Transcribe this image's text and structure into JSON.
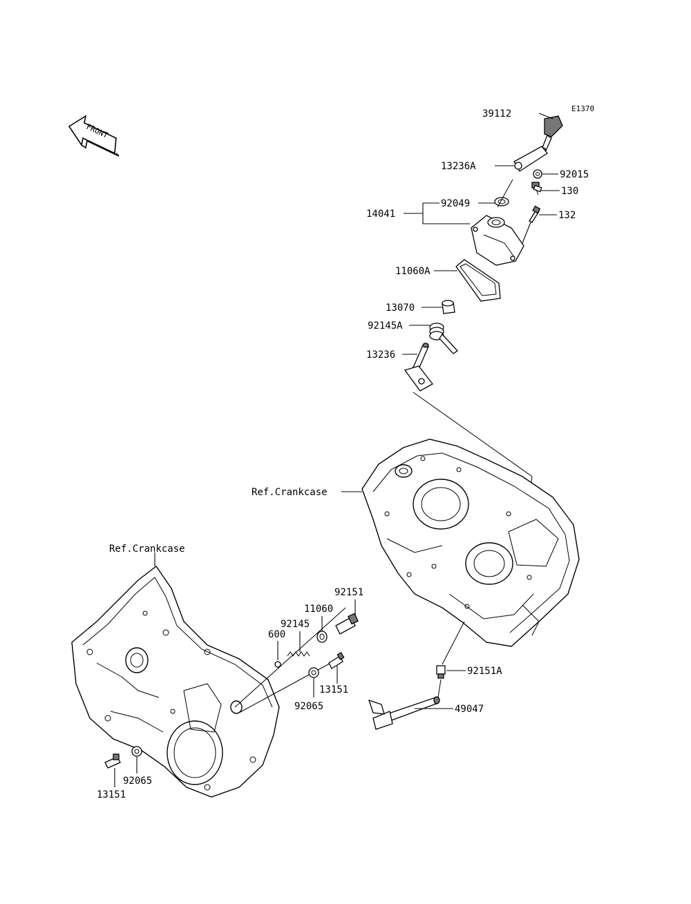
{
  "diagram_code": "E1370",
  "front_label": "FRONT",
  "ref_labels": {
    "crankcase_upper": "Ref.Crankcase",
    "crankcase_lower": "Ref.Crankcase"
  },
  "part_labels": {
    "p39112": "39112",
    "p13236A": "13236A",
    "p92015": "92015",
    "p130": "130",
    "p14041": "14041",
    "p92049": "92049",
    "p132": "132",
    "p11060A": "11060A",
    "p13070": "13070",
    "p92145A": "92145A",
    "p13236": "13236",
    "p92151": "92151",
    "p11060": "11060",
    "p92145": "92145",
    "p600": "600",
    "p13151_mid": "13151",
    "p92065_mid": "92065",
    "p92151A": "92151A",
    "p49047": "49047",
    "p92065_left": "92065",
    "p13151_left": "13151"
  }
}
